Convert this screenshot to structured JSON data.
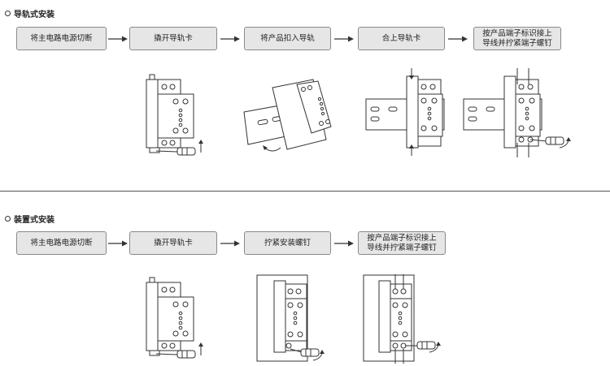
{
  "sections": [
    {
      "title": "导轨式安装",
      "steps": [
        {
          "lines": [
            "将主电路电源切断"
          ]
        },
        {
          "lines": [
            "撬开导轨卡"
          ]
        },
        {
          "lines": [
            "将产品扣入导轨"
          ]
        },
        {
          "lines": [
            "合上导轨卡"
          ]
        },
        {
          "lines": [
            "按产品端子标识接上",
            "导线并拧紧端子螺钉"
          ]
        }
      ]
    },
    {
      "title": "装置式安装",
      "steps": [
        {
          "lines": [
            "将主电路电源切断"
          ]
        },
        {
          "lines": [
            "撬开导轨卡"
          ]
        },
        {
          "lines": [
            "拧紧安装螺钉"
          ]
        },
        {
          "lines": [
            "按产品端子标识接上",
            "导线并拧紧端子螺钉"
          ]
        }
      ]
    }
  ],
  "colors": {
    "box_fill": "#e6e6e6",
    "box_border": "#8a8a8a",
    "line": "#333333"
  }
}
